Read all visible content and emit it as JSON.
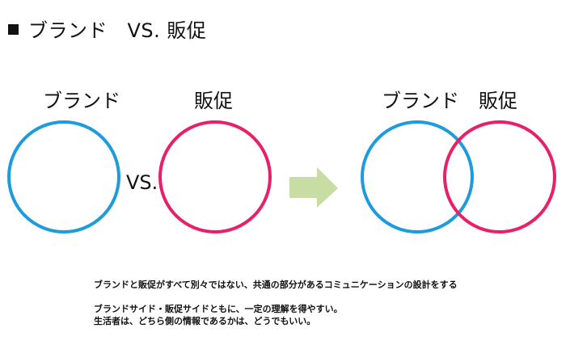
{
  "title": "ブランド　VS. 販促",
  "left_diagram": {
    "brand_label": "ブランド",
    "promo_label": "販促",
    "vs_label": "VS."
  },
  "right_diagram": {
    "brand_label": "ブランド",
    "promo_label": "販促"
  },
  "description": {
    "line1": "ブランドと販促がすべて別々ではない、共通の部分があるコミュニケーションの設計をする",
    "line2": "ブランドサイド・販促サイドともに、一定の理解を得やすい。",
    "line3": "生活者は、どちら側の情報であるかは、どうでもいい。"
  },
  "colors": {
    "brand_circle": "#1E9BDC",
    "promo_circle": "#E8206A",
    "arrow": "#C8DDA4"
  }
}
